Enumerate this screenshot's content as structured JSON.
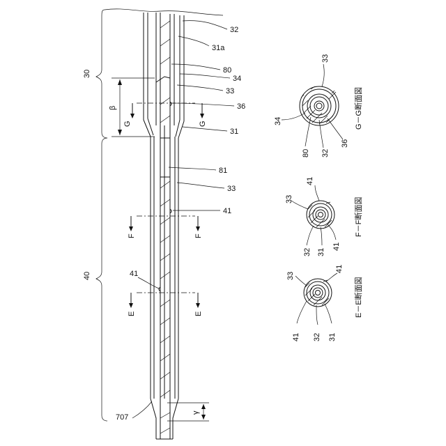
{
  "labels": {
    "ref_32": "32",
    "ref_31a": "31a",
    "ref_80": "80",
    "ref_34": "34",
    "ref_33": "33",
    "ref_36": "36",
    "ref_31": "31",
    "ref_81": "81",
    "ref_33b": "33",
    "ref_41": "41",
    "ref_41b": "41",
    "ref_30": "30",
    "ref_40": "40",
    "ref_707": "707",
    "beta": "β",
    "gamma": "γ",
    "g_left": "G",
    "g_right": "G",
    "f_left": "F",
    "f_right": "F",
    "e_left": "E",
    "e_right": "E"
  },
  "sections": {
    "gg": {
      "title": "G－G断面図",
      "refs": {
        "top": "33",
        "left": "34",
        "b1": "80",
        "b2": "32",
        "b3": "36"
      }
    },
    "ff": {
      "title": "F－F断面図",
      "refs": {
        "t1": "33",
        "t2": "41",
        "b1": "32",
        "b2": "31",
        "b3": "41"
      }
    },
    "ee": {
      "title": "E－E断面図",
      "refs": {
        "t1": "33",
        "t2": "41",
        "b1": "41",
        "b2": "32",
        "b3": "31"
      }
    }
  }
}
